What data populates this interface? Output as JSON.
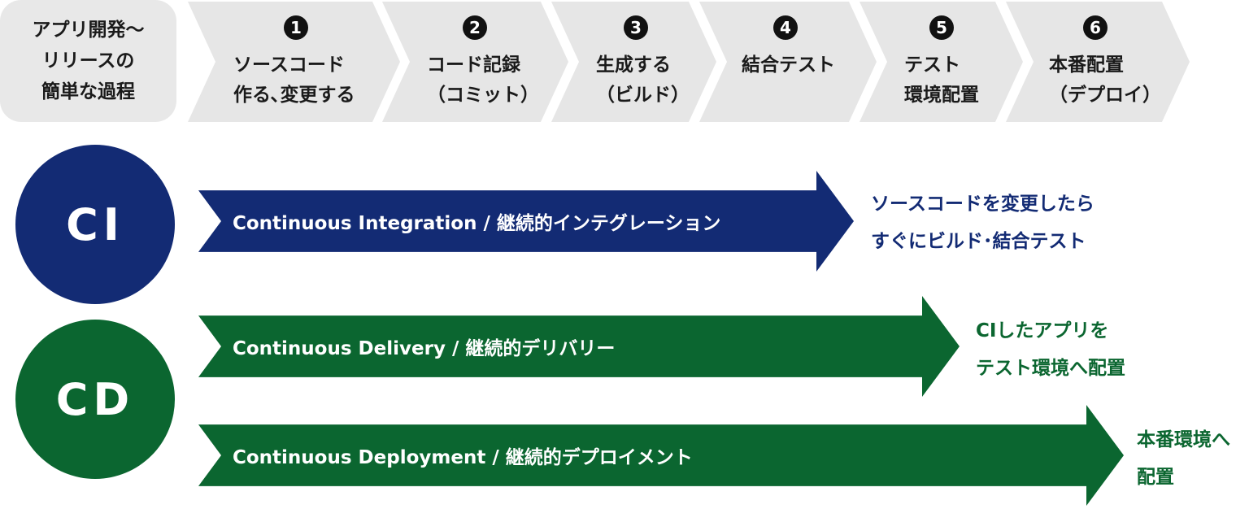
{
  "intro": {
    "lines": [
      "アプリ開発〜",
      "リリースの",
      "簡単な過程"
    ]
  },
  "steps": [
    {
      "number": "1",
      "lines": [
        "ソースコード",
        "作る､変更する"
      ]
    },
    {
      "number": "2",
      "lines": [
        "コード記録",
        "（コミット）"
      ]
    },
    {
      "number": "3",
      "lines": [
        "生成する",
        "（ビルド）"
      ]
    },
    {
      "number": "4",
      "lines": [
        "結合テスト",
        ""
      ]
    },
    {
      "number": "5",
      "lines": [
        "テスト",
        "環境配置"
      ]
    },
    {
      "number": "6",
      "lines": [
        "本番配置",
        "（デプロイ）"
      ]
    }
  ],
  "ci": {
    "badge": "CI",
    "arrow_label": "Continuous Integration  /  継続的インテグレーション",
    "description": [
      "ソースコードを変更したら",
      "すぐにビルド･結合テスト"
    ],
    "color": "#132b74"
  },
  "cd": {
    "badge": "CD",
    "color": "#0b6630",
    "delivery": {
      "arrow_label": "Continuous Delivery  /  継続的デリバリー",
      "description": [
        "CIしたアプリを",
        "テスト環境へ配置"
      ]
    },
    "deployment": {
      "arrow_label": "Continuous Deployment / 継続的デプロイメント",
      "description": [
        "本番環境へ",
        "配置"
      ]
    }
  }
}
